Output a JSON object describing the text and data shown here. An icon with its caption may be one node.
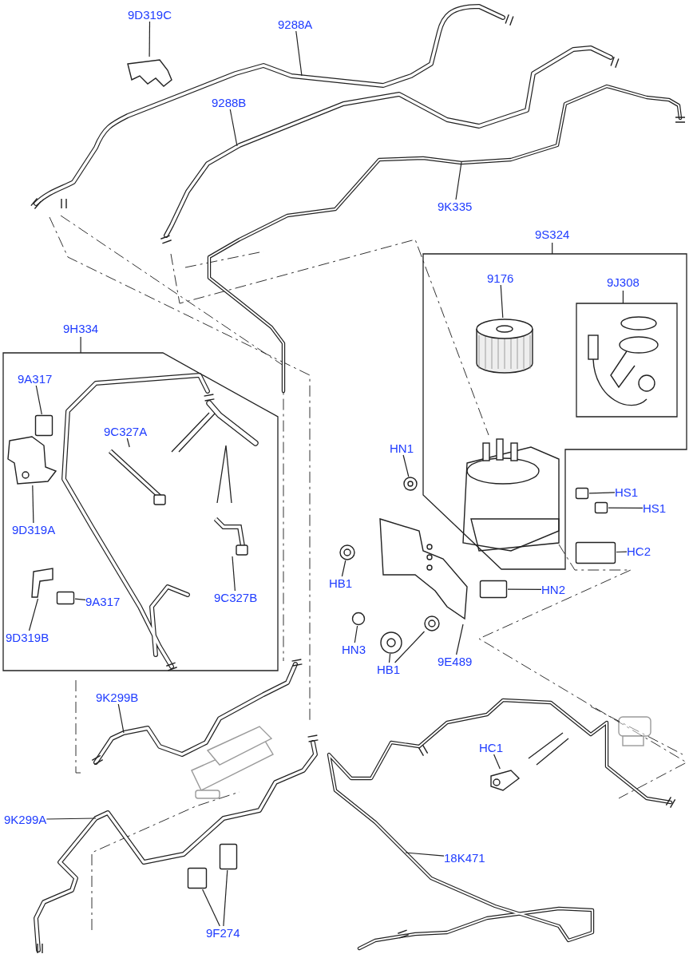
{
  "diagram": {
    "nodes": [
      {
        "text": [
          "9D319C"
        ]
      },
      {
        "text": [],
        "shape": "picture"
      },
      {
        "text": [
          "9288A"
        ]
      },
      {
        "text": [
          "9288B"
        ]
      },
      {
        "text": [
          "9K335"
        ]
      },
      {
        "text": [
          "9S324"
        ]
      },
      {
        "text": [
          "9176"
        ],
        "in": 5
      },
      {
        "text": [],
        "shape": "picture",
        "in": 5
      },
      {
        "text": [
          "9J308"
        ],
        "in": 5
      },
      {
        "text": [
          "9H334"
        ]
      },
      {
        "text": [
          "9A317"
        ],
        "in": 9
      },
      {
        "text": [],
        "shape": "box",
        "in": 9
      },
      {
        "text": [
          "9C327A"
        ],
        "in": 9
      },
      {
        "text": [],
        "shape": "picture",
        "in": 9
      },
      {
        "text": [
          "9D319A"
        ],
        "in": 9
      },
      {
        "text": [],
        "shape": "picture",
        "in": 9
      },
      {
        "text": [
          "9C327B"
        ],
        "in": 9
      },
      {
        "text": [],
        "shape": "picture",
        "in": 9
      },
      {
        "text": [
          "9A317"
        ],
        "in": 9
      },
      {
        "text": [],
        "shape": "box",
        "in": 9
      },
      {
        "text": [
          "9D319B"
        ],
        "in": 9
      },
      {
        "text": [],
        "shape": "picture",
        "in": 9
      },
      {
        "text": [
          "HN1"
        ]
      },
      {
        "text": [],
        "shape": "picture"
      },
      {
        "text": [
          "HS1"
        ]
      },
      {
        "text": [],
        "shape": "box"
      },
      {
        "text": [
          "HS1"
        ]
      },
      {
        "text": [],
        "shape": "box"
      },
      {
        "text": [
          "HC2"
        ]
      },
      {
        "text": [],
        "shape": "box"
      },
      {
        "text": [
          "HB1"
        ]
      },
      {
        "text": [],
        "shape": "picture"
      },
      {
        "text": [
          "HN2"
        ]
      },
      {
        "text": [],
        "shape": "box"
      },
      {
        "text": [
          "HN3"
        ]
      },
      {
        "text": [],
        "shape": "circle"
      },
      {
        "text": [
          "HB1"
        ]
      },
      {
        "text": [],
        "shape": "picture"
      },
      {
        "text": [],
        "shape": "picture"
      },
      {
        "text": [
          "9E489"
        ]
      },
      {
        "text": [],
        "shape": "picture"
      },
      {
        "text": [
          "9K299B"
        ]
      },
      {
        "text": [
          "HC1"
        ]
      },
      {
        "text": [],
        "shape": "picture"
      },
      {
        "text": [
          "9K299A"
        ]
      },
      {
        "text": [
          "18K471"
        ]
      },
      {
        "text": [
          "9F274"
        ]
      },
      {
        "text": [],
        "shape": "box"
      },
      {
        "text": [],
        "shape": "box"
      }
    ],
    "edges": [
      {
        "from": 0,
        "to": 1,
        "arrow": "none"
      },
      {
        "from": 2,
        "to": null,
        "arrow": "none"
      },
      {
        "from": 3,
        "to": null,
        "arrow": "none"
      },
      {
        "from": 4,
        "to": null,
        "arrow": "none"
      },
      {
        "from": 6,
        "to": 7,
        "arrow": "none"
      },
      {
        "from": 10,
        "to": 11,
        "arrow": "none"
      },
      {
        "from": 12,
        "to": 13,
        "arrow": "none"
      },
      {
        "from": 14,
        "to": 15,
        "arrow": "none"
      },
      {
        "from": 16,
        "to": 17,
        "arrow": "none"
      },
      {
        "from": 18,
        "to": 19,
        "arrow": "none"
      },
      {
        "from": 20,
        "to": 21,
        "arrow": "none"
      },
      {
        "from": 22,
        "to": 23,
        "arrow": "none"
      },
      {
        "from": 24,
        "to": 25,
        "arrow": "none"
      },
      {
        "from": 26,
        "to": 27,
        "arrow": "none"
      },
      {
        "from": 28,
        "to": 29,
        "arrow": "none"
      },
      {
        "from": 30,
        "to": 31,
        "arrow": "none"
      },
      {
        "from": 32,
        "to": 33,
        "arrow": "none"
      },
      {
        "from": 34,
        "to": 35,
        "arrow": "none"
      },
      {
        "from": 36,
        "to": 37,
        "arrow": "none"
      },
      {
        "from": 36,
        "to": 38,
        "arrow": "none"
      },
      {
        "from": 39,
        "to": 40,
        "arrow": "none"
      },
      {
        "from": 41,
        "to": null,
        "arrow": "none"
      },
      {
        "from": 42,
        "to": 43,
        "arrow": "none"
      },
      {
        "from": 44,
        "to": null,
        "arrow": "none"
      },
      {
        "from": 45,
        "to": null,
        "arrow": "none"
      },
      {
        "from": 46,
        "to": 47,
        "arrow": "none"
      },
      {
        "from": 46,
        "to": 48,
        "arrow": "none"
      }
    ]
  }
}
